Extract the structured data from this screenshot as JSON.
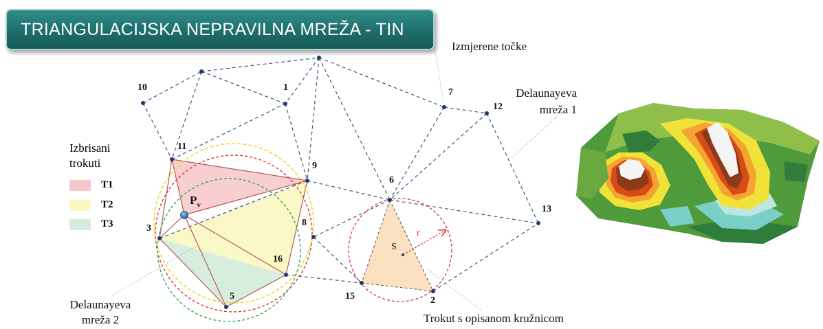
{
  "title": "TRIANGULACIJSKA NEPRAVILNA MREŽA - TIN",
  "annotations": {
    "measured_points": "Izmjerene točke",
    "delaunay_1": "Delaunayeva mreža 1",
    "delaunay_2": "Delaunayeva mreža 2",
    "triangle_circle": "Trokut s opisanom kružnicom",
    "center": "S",
    "radius": "r"
  },
  "legend": {
    "title": "Izbrisani trokuti",
    "items": [
      {
        "label": "T1",
        "color": "#f7c6c9"
      },
      {
        "label": "T2",
        "color": "#fbf7c2"
      },
      {
        "label": "T3",
        "color": "#d3ecdc"
      }
    ]
  },
  "point_labels": [
    "10",
    "1",
    "7",
    "12",
    "11",
    "9",
    "6",
    "13",
    "3",
    "8",
    "16",
    "5",
    "15",
    "2"
  ],
  "pv_label": "P",
  "pv_subscript": "v",
  "colors": {
    "edge": "#3a5686",
    "triangle_edge": "#b05a5a",
    "circle_red": "#e03030",
    "circle_yellow": "#e8d83a",
    "circle_green": "#2fae4a",
    "point": "#1f3a6a",
    "banner": "#1f6e6b"
  }
}
